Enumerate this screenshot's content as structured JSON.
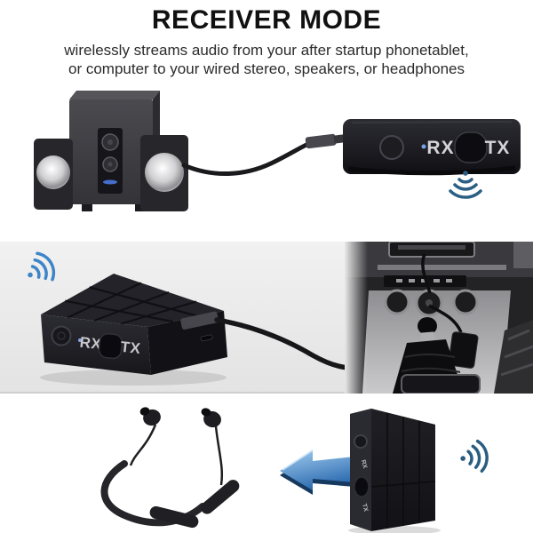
{
  "header": {
    "title": "RECEIVER MODE",
    "subtitle_line1": "wirelessly streams audio from your after startup phonetablet,",
    "subtitle_line2": "or computer to your wired stereo, speakers, or headphones"
  },
  "device_labels": {
    "rx": "RX",
    "tx": "TX"
  },
  "icons": {
    "top": "wireless-signal-icon",
    "middle": "wireless-signal-icon",
    "bottom": "wireless-signal-icon",
    "arrow": "arrow-left-icon"
  },
  "colors": {
    "wireless_blue_bright": "#3d85c8",
    "wireless_blue_dark": "#2b5f83",
    "arrow_blue_light": "#a6d0f2",
    "arrow_blue_dark": "#2d6cb0",
    "arrow_shadow": "#16395f",
    "device_body": "#1d1d22",
    "gray_band": "#e9e9e9",
    "led_blue": "#7aa2e8",
    "title_color": "#111111"
  }
}
